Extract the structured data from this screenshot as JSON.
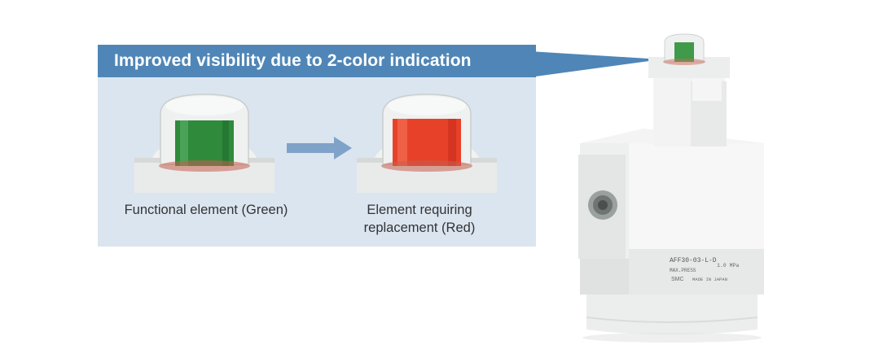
{
  "banner": {
    "title": "Improved visibility due to 2-color indication"
  },
  "indicators": [
    {
      "caption": "Functional element (Green)",
      "state_color": "#2f8a3c"
    },
    {
      "caption": "Element requiring\nreplacement (Red)",
      "state_color": "#e8412a"
    }
  ],
  "product": {
    "model_label": "AFF30-03-L-D",
    "max_press_label": "MAX.PRESS",
    "max_press_value": "1.0 MPa",
    "brand": "SMC",
    "origin": "MADE IN JAPAN",
    "indicator_color": "#3f9a4a"
  },
  "colors": {
    "banner_bg": "#4f86b7",
    "panel_bg": "#dbe5f0",
    "arrow": "#7fa2c8"
  }
}
